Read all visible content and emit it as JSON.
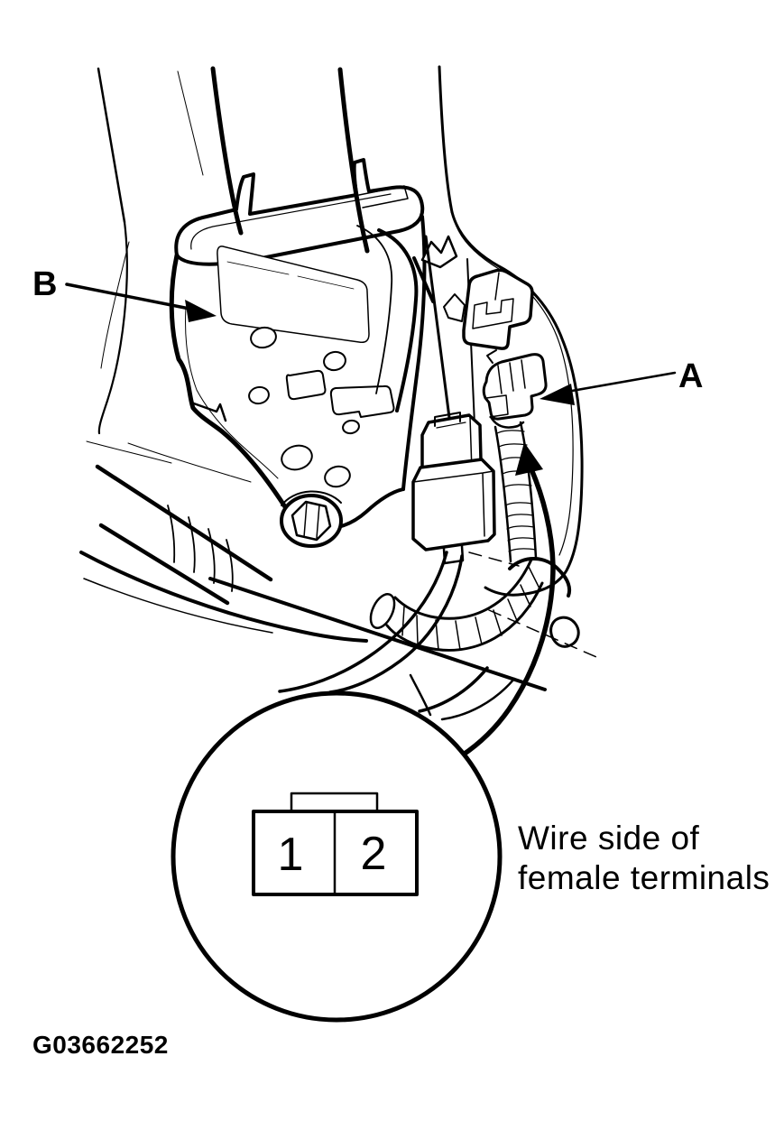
{
  "colors": {
    "ink": "#000000",
    "paper": "#ffffff"
  },
  "callouts": {
    "b_label": "B",
    "a_label": "A"
  },
  "detail": {
    "terminals": [
      "1",
      "2"
    ],
    "caption_line1": "Wire side of",
    "caption_line2": "female terminals"
  },
  "footer": {
    "figure_id": "G03662252"
  }
}
